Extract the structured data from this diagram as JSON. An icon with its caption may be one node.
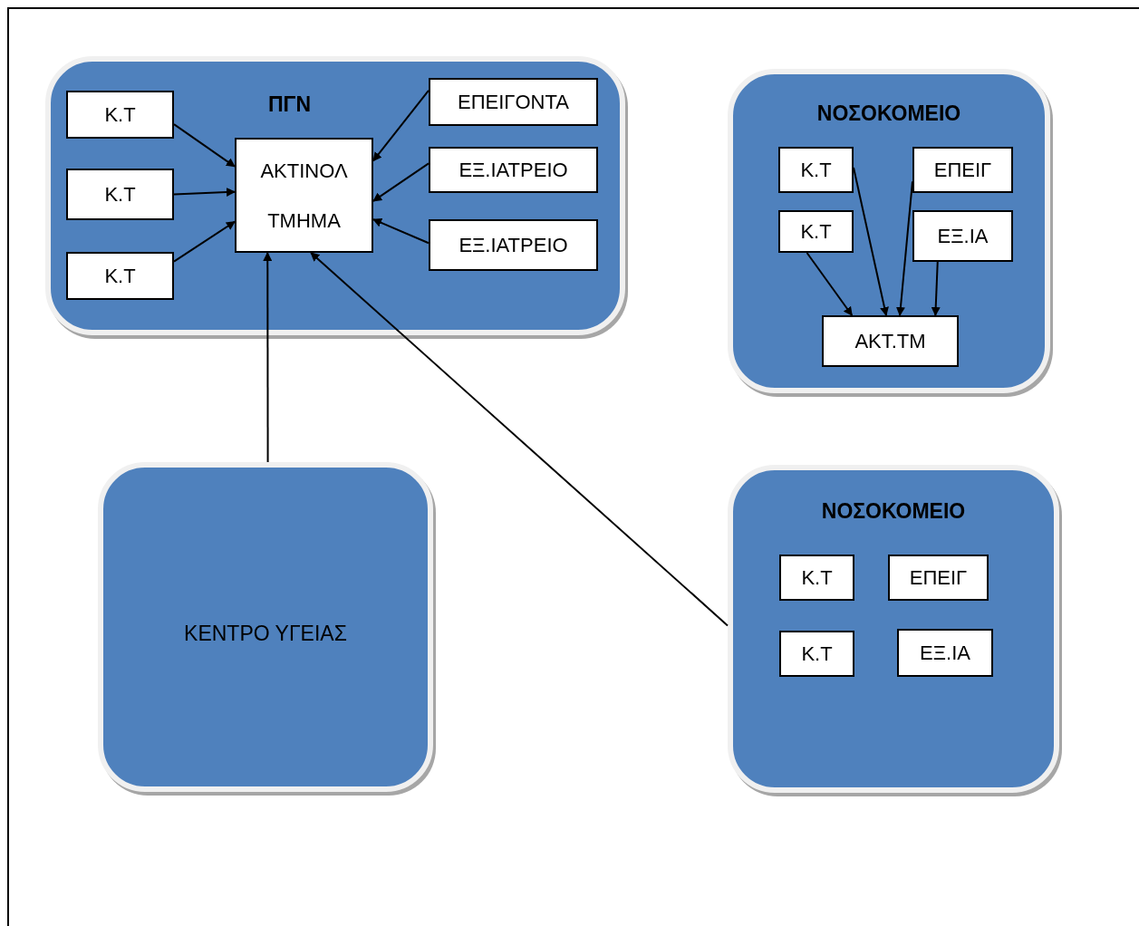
{
  "diagram": {
    "nodes": [
      {
        "text": [
          "ΠΓΝ"
        ]
      },
      {
        "text": [
          "Κ.Τ"
        ],
        "in": 0
      },
      {
        "text": [
          "Κ.Τ"
        ],
        "in": 0
      },
      {
        "text": [
          "Κ.Τ"
        ],
        "in": 0
      },
      {
        "text": [
          "ΑΚΤΙΝΟΛ ΤΜΗΜΑ"
        ],
        "in": 0
      },
      {
        "text": [
          "ΕΠΕΙΓΟΝΤΑ"
        ],
        "in": 0
      },
      {
        "text": [
          "ΕΞ.ΙΑΤΡΕΙΟ"
        ],
        "in": 0
      },
      {
        "text": [
          "ΕΞ.ΙΑΤΡΕΙΟ"
        ],
        "in": 0
      },
      {
        "text": [
          "ΝΟΣΟΚΟΜΕΙΟ"
        ]
      },
      {
        "text": [
          "Κ.Τ"
        ],
        "in": 8
      },
      {
        "text": [
          "Κ.Τ"
        ],
        "in": 8
      },
      {
        "text": [
          "ΕΠΕΙΓ"
        ],
        "in": 8
      },
      {
        "text": [
          "ΕΞ.ΙΑ"
        ],
        "in": 8
      },
      {
        "text": [
          "ΑΚΤ.ΤΜ"
        ],
        "in": 8
      },
      {
        "text": [
          "ΚΕΝΤΡΟ ΥΓΕΙΑΣ"
        ]
      },
      {
        "text": [
          "ΝΟΣΟΚΟΜΕΙΟ"
        ]
      },
      {
        "text": [
          "Κ.Τ"
        ],
        "in": 15
      },
      {
        "text": [
          "ΕΠΕΙΓ"
        ],
        "in": 15
      },
      {
        "text": [
          "Κ.Τ"
        ],
        "in": 15
      },
      {
        "text": [
          "ΕΞ.ΙΑ"
        ],
        "in": 15
      }
    ],
    "edges": [
      {
        "from": 1,
        "to": 4,
        "arrow": "to"
      },
      {
        "from": 2,
        "to": 4,
        "arrow": "to"
      },
      {
        "from": 3,
        "to": 4,
        "arrow": "to"
      },
      {
        "from": 5,
        "to": 4,
        "arrow": "to"
      },
      {
        "from": 6,
        "to": 4,
        "arrow": "to"
      },
      {
        "from": 7,
        "to": 4,
        "arrow": "to"
      },
      {
        "from": 14,
        "to": 4,
        "arrow": "to"
      },
      {
        "from": 15,
        "to": 4,
        "arrow": "to"
      },
      {
        "from": 9,
        "to": 13,
        "arrow": "to"
      },
      {
        "from": 10,
        "to": 13,
        "arrow": "to"
      },
      {
        "from": 11,
        "to": 13,
        "arrow": "to"
      },
      {
        "from": 12,
        "to": 13,
        "arrow": "to"
      }
    ]
  }
}
